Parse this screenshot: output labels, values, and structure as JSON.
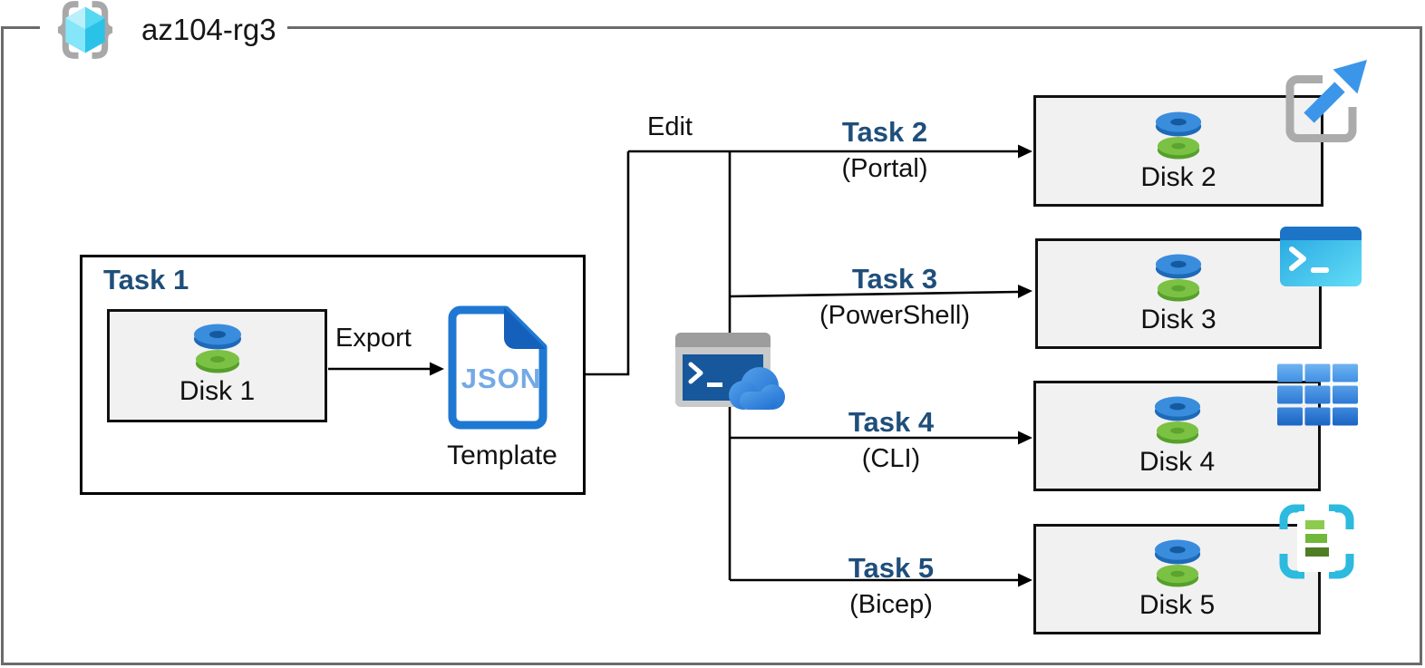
{
  "header": {
    "title": "az104-rg3"
  },
  "task1": {
    "title": "Task 1",
    "disk_label": "Disk 1",
    "export_label": "Export",
    "template_type": "JSON",
    "template_caption": "Template"
  },
  "edit_label": "Edit",
  "branches": [
    {
      "task": "Task 2",
      "method": "(Portal)",
      "disk_label": "Disk 2",
      "tool_icon": "azure-portal-icon"
    },
    {
      "task": "Task 3",
      "method": "(PowerShell)",
      "disk_label": "Disk 3",
      "tool_icon": "powershell-icon"
    },
    {
      "task": "Task 4",
      "method": "(CLI)",
      "disk_label": "Disk 4",
      "tool_icon": "azure-cli-icon"
    },
    {
      "task": "Task 5",
      "method": "(Bicep)",
      "disk_label": "Disk 5",
      "tool_icon": "bicep-icon"
    }
  ],
  "icons": {
    "resource_group": "resource-group-icon",
    "disk": "managed-disk-icon",
    "template": "json-file-icon",
    "center": "cloud-shell-icon",
    "portal": "azure-portal-icon",
    "powershell": "powershell-icon",
    "cli": "azure-cli-icon",
    "bicep": "bicep-icon"
  },
  "colors": {
    "task_label": "#1F4E7A",
    "box_fill": "#F1F1F1",
    "box_border": "#111111",
    "outer_border": "#6B6B6B",
    "connector": "#000000",
    "json_text": "#74A9E6",
    "accent_blue": "#1E78D2",
    "disk_blue": "#3A8CDD",
    "disk_green": "#7BC143",
    "cyan_cube": "#56D8F2"
  }
}
